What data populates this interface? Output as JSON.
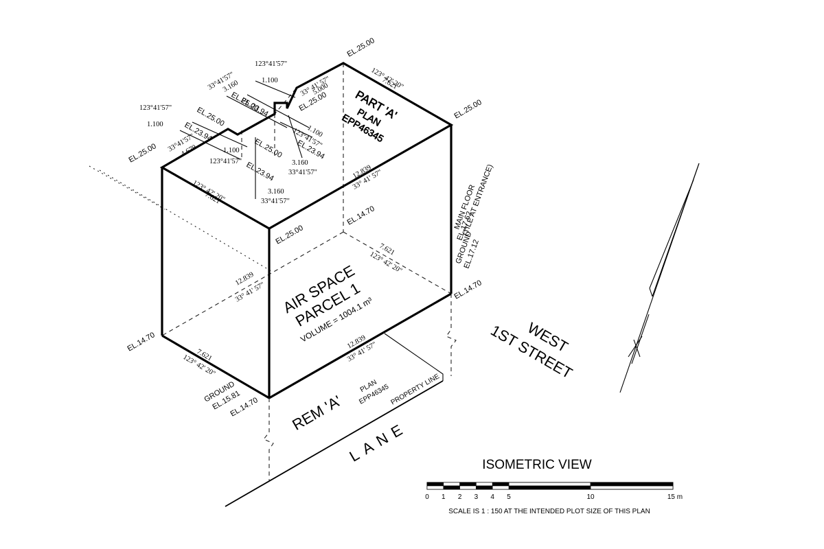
{
  "parcel": {
    "title_line1": "AIR SPACE",
    "title_line2": "PARCEL 1",
    "volume": "VOLUME = 1004.1 m³"
  },
  "part_a": {
    "line1": "PART 'A'",
    "line2": "PLAN",
    "line3": "EPP46345"
  },
  "streets": {
    "west_1": "WEST",
    "west_2": "1ST STREET",
    "lane": "LANE"
  },
  "rem": {
    "label": "REM 'A'",
    "plan_line1": "PLAN",
    "plan_line2": "EPP46345",
    "property_line": "PROPERTY LINE"
  },
  "elevations": {
    "el_25": "EL.25.00",
    "el_23": "EL.23.94",
    "el_14": "EL.14.70",
    "main_floor_1": "MAIN FLOOR",
    "main_floor_2": "(TILE AT ENTRANCE)",
    "main_floor_3": "EL.17.62",
    "ground": "GROUND",
    "ground_el_right": "EL.17.12",
    "ground_el_left": "EL.15.81"
  },
  "bearings": {
    "b_33_spaced": "33° 41' 57\"",
    "b_33_compact": "33°41'57\"",
    "b_123_spaced": "123° 42' 20\"",
    "b_123_compact": "123°41'57\""
  },
  "distances": {
    "d_12839": "12.839",
    "d_7621": "7.621",
    "d_5000": "5.000",
    "d_1100": "1.100",
    "d_3160": "3.160",
    "d_4679": "4.679"
  },
  "view_title": "ISOMETRIC VIEW",
  "scale_bar": {
    "ticks": [
      "0",
      "1",
      "2",
      "3",
      "4",
      "5",
      "10",
      "15 m"
    ],
    "note": "SCALE IS 1 : 150  AT THE INTENDED PLOT SIZE OF THIS PLAN"
  }
}
